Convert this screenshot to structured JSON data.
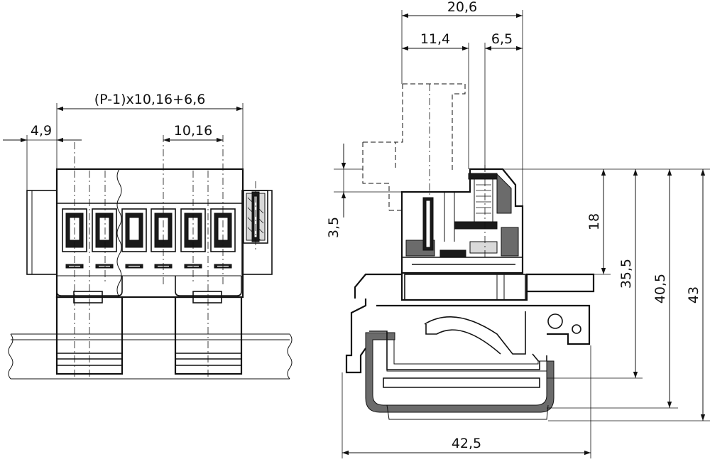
{
  "drawing": {
    "dimensions": {
      "pitch_formula": "(P-1)x10,16+6,6",
      "edge_offset": "4,9",
      "pitch": "10,16",
      "total_depth": "20,6",
      "depth_a": "11,4",
      "depth_b": "6,5",
      "step_height": "3,5",
      "height_18": "18",
      "height_35_5": "35,5",
      "height_40_5": "40,5",
      "height_43": "43",
      "rail_width": "42,5"
    }
  }
}
